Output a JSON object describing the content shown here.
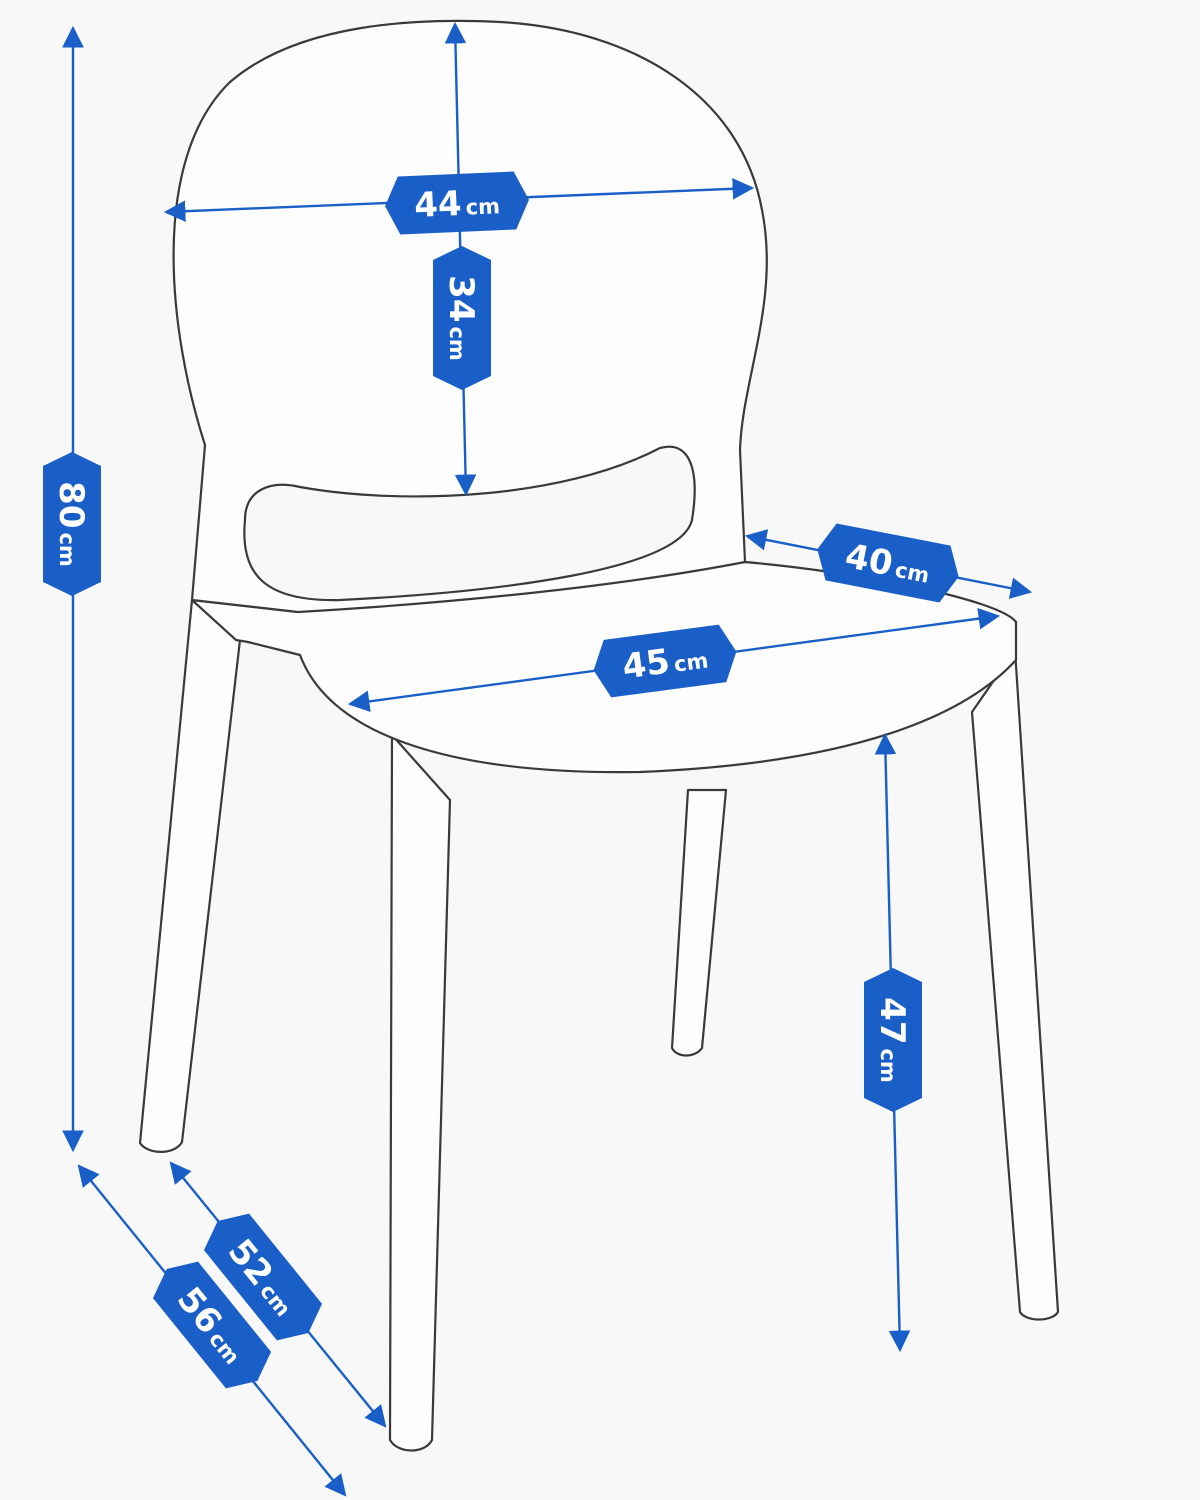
{
  "accent_color": "#1a5fc8",
  "dimensions": {
    "total_height": {
      "value": "80",
      "unit": "cm"
    },
    "back_width": {
      "value": "44",
      "unit": "cm"
    },
    "back_height": {
      "value": "34",
      "unit": "cm"
    },
    "seat_depth": {
      "value": "40",
      "unit": "cm"
    },
    "seat_width": {
      "value": "45",
      "unit": "cm"
    },
    "seat_height": {
      "value": "47",
      "unit": "cm"
    },
    "base_depth_inner": {
      "value": "52",
      "unit": "cm"
    },
    "base_depth_outer": {
      "value": "56",
      "unit": "cm"
    }
  }
}
